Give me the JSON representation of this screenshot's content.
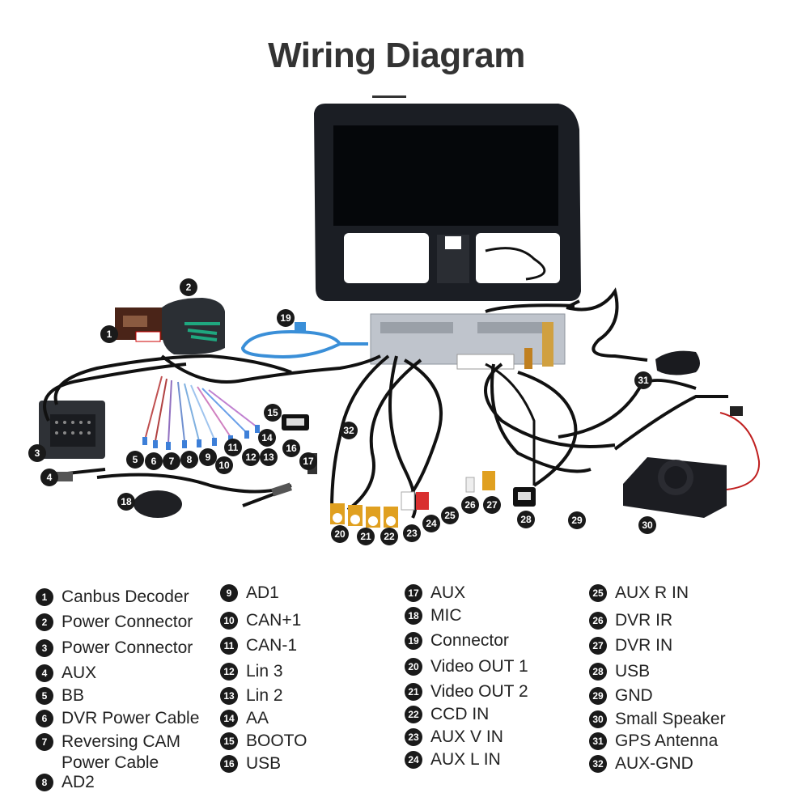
{
  "title": "Wiring Diagram",
  "colors": {
    "badge": "#1a1a1a",
    "cable": "#111111",
    "blue_cable": "#3a8fd8",
    "rca_yellow": "#e0a020",
    "rca_red": "#d93030"
  },
  "legend": [
    {
      "num": "1",
      "label": "Canbus Decoder"
    },
    {
      "num": "2",
      "label": "Power Connector"
    },
    {
      "num": "3",
      "label": "Power Connector"
    },
    {
      "num": "4",
      "label": "AUX"
    },
    {
      "num": "5",
      "label": "BB"
    },
    {
      "num": "6",
      "label": "DVR Power Cable"
    },
    {
      "num": "7",
      "label": "Reversing CAM Power Cable"
    },
    {
      "num": "8",
      "label": "AD2"
    },
    {
      "num": "9",
      "label": "AD1"
    },
    {
      "num": "10",
      "label": "CAN+1"
    },
    {
      "num": "11",
      "label": "CAN-1"
    },
    {
      "num": "12",
      "label": "Lin 3"
    },
    {
      "num": "13",
      "label": "Lin 2"
    },
    {
      "num": "14",
      "label": "AA"
    },
    {
      "num": "15",
      "label": "BOOTO"
    },
    {
      "num": "16",
      "label": "USB"
    },
    {
      "num": "17",
      "label": "AUX"
    },
    {
      "num": "18",
      "label": "MIC"
    },
    {
      "num": "19",
      "label": "Connector"
    },
    {
      "num": "20",
      "label": "Video OUT 1"
    },
    {
      "num": "21",
      "label": "Video OUT 2"
    },
    {
      "num": "22",
      "label": "CCD IN"
    },
    {
      "num": "23",
      "label": "AUX V IN"
    },
    {
      "num": "24",
      "label": "AUX L IN"
    },
    {
      "num": "25",
      "label": "AUX R IN"
    },
    {
      "num": "26",
      "label": "DVR IR"
    },
    {
      "num": "27",
      "label": "DVR IN"
    },
    {
      "num": "28",
      "label": "USB"
    },
    {
      "num": "29",
      "label": "GND"
    },
    {
      "num": "30",
      "label": "Small Speaker"
    },
    {
      "num": "31",
      "label": "GPS Antenna"
    },
    {
      "num": "32",
      "label": "AUX-GND"
    }
  ]
}
